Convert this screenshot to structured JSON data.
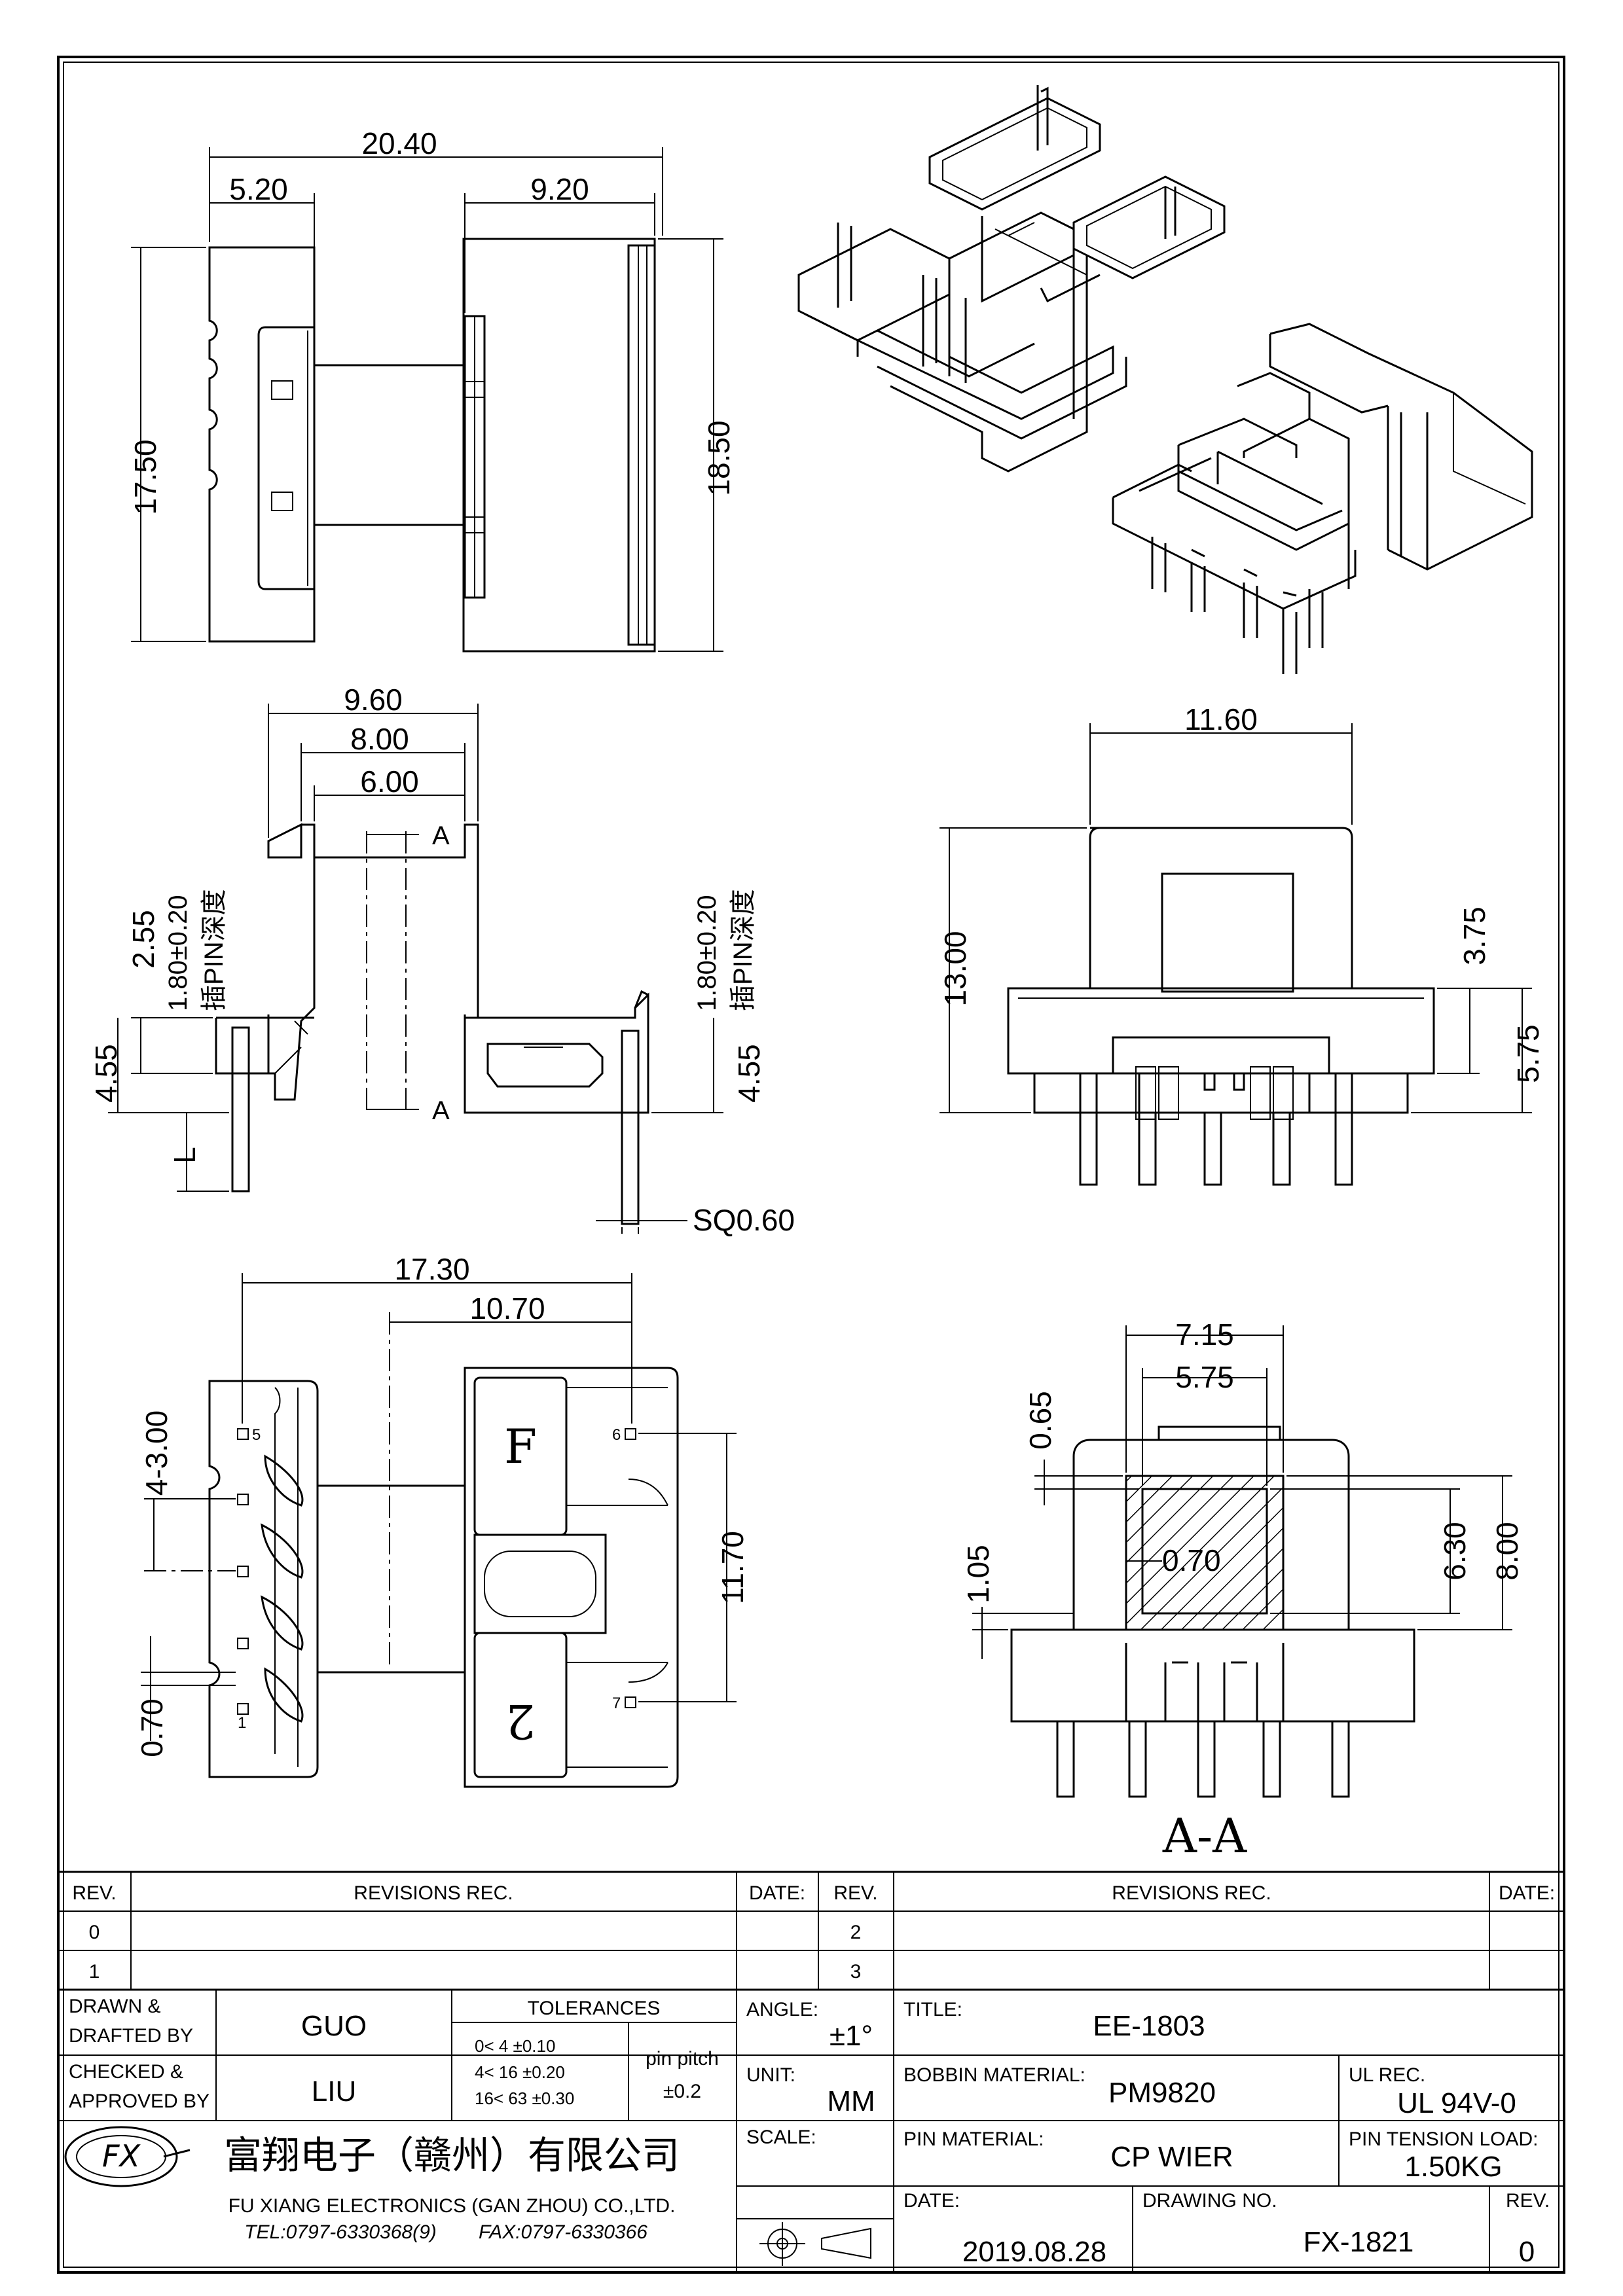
{
  "dimensions": {
    "top_view": {
      "overall_width": "20.40",
      "left_flange": "5.20",
      "right_flange": "9.20",
      "left_height": "17.50",
      "right_height": "18.50"
    },
    "side_view": {
      "w1": "9.60",
      "w2": "8.00",
      "w3": "6.00",
      "section_mark": "A",
      "pin_depth_left": "1.80±0.20",
      "pin_depth_left_cn": "插PIN深度",
      "pin_depth_right": "1.80±0.20",
      "pin_depth_right_cn": "插PIN深度",
      "h_left_1": "2.55",
      "h_left_2": "4.55",
      "h_right": "4.55",
      "pin_length": "L",
      "pin_square": "SQ0.60"
    },
    "front_view": {
      "width": "11.60",
      "height": "13.00",
      "h1": "3.75",
      "h2": "5.75"
    },
    "bottom_view": {
      "overall": "17.30",
      "inner": "10.70",
      "pitch": "4-3.00",
      "pin_span": "11.70",
      "pin_dia": "0.70",
      "pins": [
        "5",
        "1",
        "6",
        "7"
      ],
      "marks": [
        "F",
        "2"
      ]
    },
    "section_view": {
      "w_outer": "7.15",
      "w_inner": "5.75",
      "wall_top": "0.65",
      "wall_side": "0.70",
      "floor": "1.05",
      "h_inner": "6.30",
      "h_outer": "8.00",
      "label": "A-A"
    }
  },
  "revisions": {
    "headers": [
      "REV.",
      "REVISIONS   REC.",
      "DATE:",
      "REV.",
      "REVISIONS   REC.",
      "DATE:"
    ],
    "rows_left": [
      "0",
      "1"
    ],
    "rows_right": [
      "2",
      "3"
    ]
  },
  "title_block": {
    "drawn_label": "DRAWN &\nDRAFTED BY",
    "drawn_line1": "DRAWN &",
    "drawn_line2": "DRAFTED BY",
    "drawn_value": "GUO",
    "checked_line1": "CHECKED &",
    "checked_line2": "APPROVED BY",
    "checked_value": "LIU",
    "tolerances_label": "TOLERANCES",
    "tol_rows": [
      "0<   4    ±0.10",
      "4<   16   ±0.20",
      "16<   63  ±0.30"
    ],
    "pin_pitch_label": "pin pitch",
    "pin_pitch_value": "±0.2",
    "angle_label": "ANGLE:",
    "angle_value": "±1°",
    "unit_label": "UNIT:",
    "unit_value": "MM",
    "scale_label": "SCALE:",
    "title_label": "TITLE:",
    "title_value": "EE-1803",
    "bobbin_label": "BOBBIN MATERIAL:",
    "bobbin_value": "PM9820",
    "ul_label": "UL REC.",
    "ul_value": "UL 94V-0",
    "pin_mat_label": "PIN MATERIAL:",
    "pin_mat_value": "CP WIER",
    "tension_label": "PIN TENSION LOAD:",
    "tension_value": "1.50KG",
    "date_label": "DATE:",
    "date_value": "2019.08.28",
    "drawing_no_label": "DRAWING NO.",
    "drawing_no_value": "FX-1821",
    "rev_label": "REV.",
    "rev_value": "0",
    "company_cn": "富翔电子（赣州）有限公司",
    "company_en": "FU XIANG ELECTRONICS (GAN ZHOU) CO.,LTD.",
    "tel": "TEL:0797-6330368(9)",
    "fax": "FAX:0797-6330366",
    "logo_text": "FX"
  }
}
